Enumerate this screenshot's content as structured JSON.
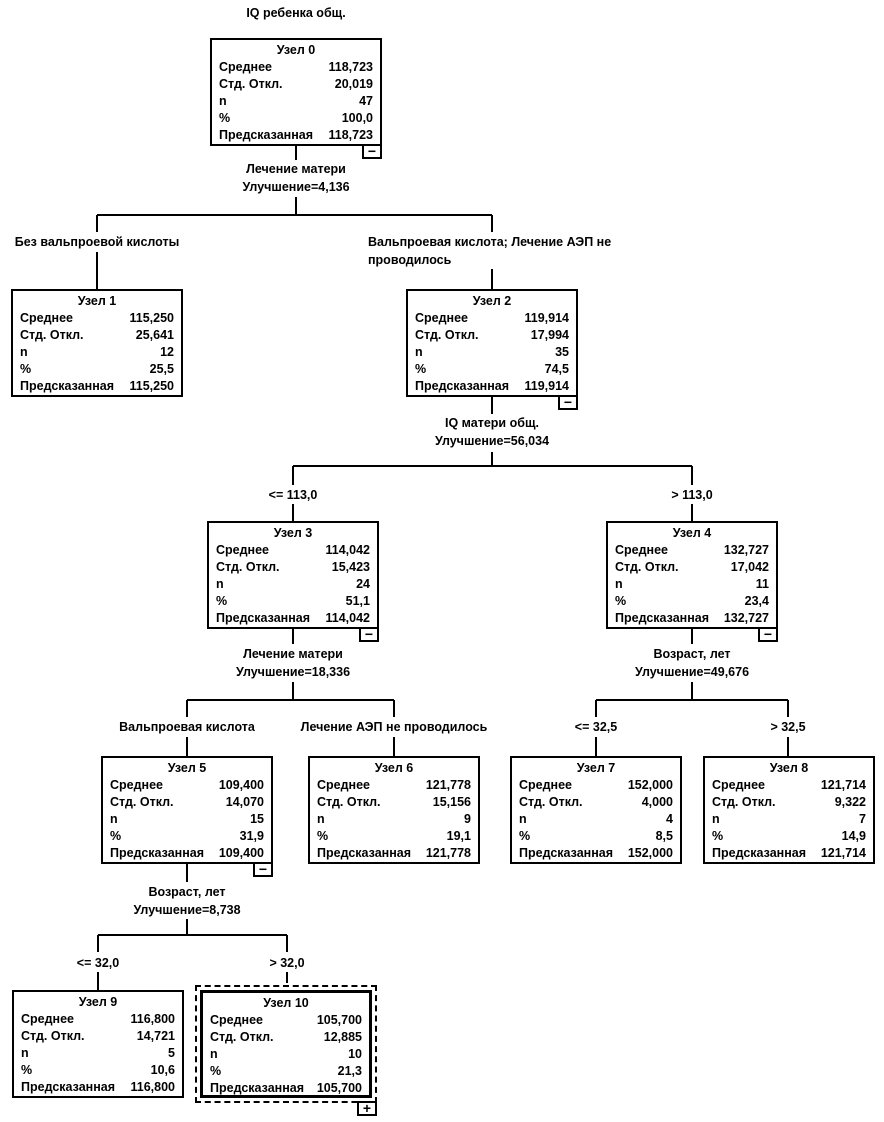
{
  "tree": {
    "title": "IQ ребенка общ.",
    "row_labels": {
      "mean": "Среднее",
      "std": "Стд. Откл.",
      "n": "n",
      "pct": "%",
      "pred": "Предсказанная"
    },
    "nodes": {
      "n0": {
        "title": "Узел 0",
        "mean": "118,723",
        "std": "20,019",
        "n": "47",
        "pct": "100,0",
        "pred": "118,723",
        "toggle": "−"
      },
      "n1": {
        "title": "Узел 1",
        "mean": "115,250",
        "std": "25,641",
        "n": "12",
        "pct": "25,5",
        "pred": "115,250"
      },
      "n2": {
        "title": "Узел 2",
        "mean": "119,914",
        "std": "17,994",
        "n": "35",
        "pct": "74,5",
        "pred": "119,914",
        "toggle": "−"
      },
      "n3": {
        "title": "Узел 3",
        "mean": "114,042",
        "std": "15,423",
        "n": "24",
        "pct": "51,1",
        "pred": "114,042",
        "toggle": "−"
      },
      "n4": {
        "title": "Узел 4",
        "mean": "132,727",
        "std": "17,042",
        "n": "11",
        "pct": "23,4",
        "pred": "132,727",
        "toggle": "−"
      },
      "n5": {
        "title": "Узел 5",
        "mean": "109,400",
        "std": "14,070",
        "n": "15",
        "pct": "31,9",
        "pred": "109,400",
        "toggle": "−"
      },
      "n6": {
        "title": "Узел 6",
        "mean": "121,778",
        "std": "15,156",
        "n": "9",
        "pct": "19,1",
        "pred": "121,778"
      },
      "n7": {
        "title": "Узел 7",
        "mean": "152,000",
        "std": "4,000",
        "n": "4",
        "pct": "8,5",
        "pred": "152,000"
      },
      "n8": {
        "title": "Узел 8",
        "mean": "121,714",
        "std": "9,322",
        "n": "7",
        "pct": "14,9",
        "pred": "121,714"
      },
      "n9": {
        "title": "Узел 9",
        "mean": "116,800",
        "std": "14,721",
        "n": "5",
        "pct": "10,6",
        "pred": "116,800"
      },
      "n10": {
        "title": "Узел 10",
        "mean": "105,700",
        "std": "12,885",
        "n": "10",
        "pct": "21,3",
        "pred": "105,700",
        "toggle": "+"
      }
    },
    "splits": {
      "s0": {
        "var": "Лечение матери",
        "improve": "Улучшение=4,136"
      },
      "s2": {
        "var": "IQ матери общ.",
        "improve": "Улучшение=56,034"
      },
      "s3": {
        "var": "Лечение матери",
        "improve": "Улучшение=18,336"
      },
      "s4": {
        "var": "Возраст, лет",
        "improve": "Улучшение=49,676"
      },
      "s5": {
        "var": "Возраст, лет",
        "improve": "Улучшение=8,738"
      }
    },
    "branches": {
      "b1": "Без вальпроевой кислоты",
      "b2": "Вальпроевая кислота; Лечение АЭП не проводилось",
      "b3": "<= 113,0",
      "b4": "> 113,0",
      "b5": "Вальпроевая кислота",
      "b6": "Лечение АЭП не проводилось",
      "b7": "<= 32,5",
      "b8": "> 32,5",
      "b9": "<= 32,0",
      "b10": "> 32,0"
    },
    "colors": {
      "line": "#000000",
      "text": "#000000",
      "background": "#ffffff"
    }
  }
}
